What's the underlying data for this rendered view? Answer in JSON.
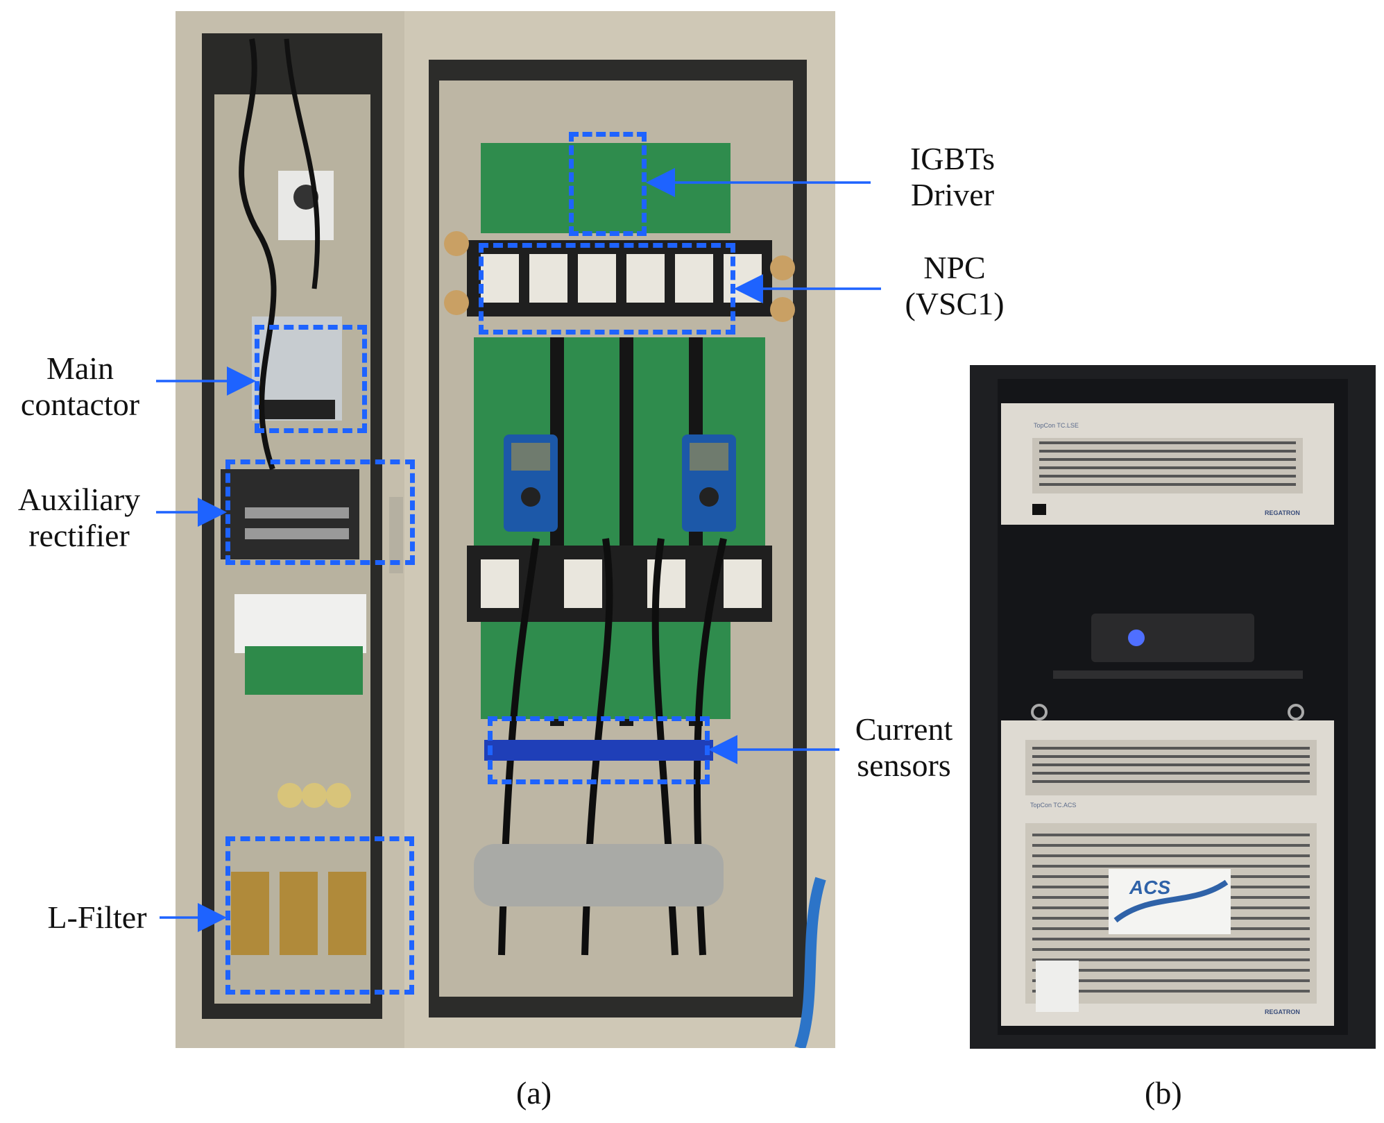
{
  "figure": {
    "annotations": {
      "igbt_driver": [
        "IGBTs",
        "Driver"
      ],
      "npc": [
        "NPC",
        "(VSC1)"
      ],
      "main_contactor": [
        "Main",
        "contactor"
      ],
      "aux_rectifier": [
        "Auxiliary",
        "rectifier"
      ],
      "current_sensors": [
        "Current",
        "sensors"
      ],
      "l_filter": "L-Filter"
    },
    "captions": {
      "a": "(a)",
      "b": "(b)"
    },
    "rack_labels": {
      "unit_top_brand": "REGATRON",
      "unit_top_model": "TopCon TC.LSE",
      "unit_bottom_model": "TopCon TC.ACS",
      "acs_logo": "ACS",
      "unit_bottom_brand": "REGATRON"
    }
  },
  "colors": {
    "annotation_blue": "#1e63ff",
    "cabinet_beige": "#c9c2b2",
    "rack_dark": "#1e1f22"
  }
}
